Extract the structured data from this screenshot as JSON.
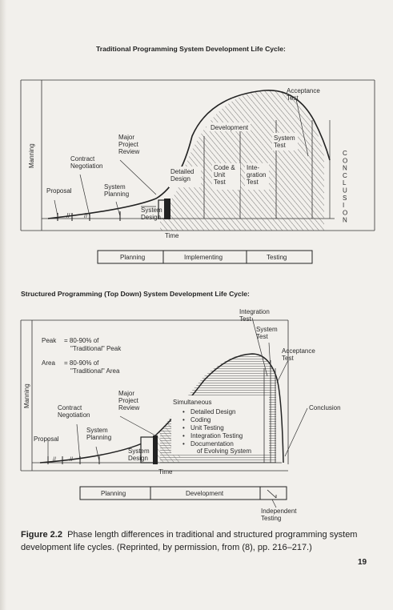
{
  "figure_top": {
    "title": "Traditional Programming System Development Life Cycle:",
    "y_axis_label": "Manning",
    "x_axis_label": "Time",
    "labels": {
      "acceptance_test": "Acceptance\nTest",
      "development": "Development",
      "major_project_review": "Major\nProject\nReview",
      "contract_negotiation": "Contract\nNegotiation",
      "proposal": "Proposal",
      "system_planning": "System\nPlanning",
      "system_design": "System\nDesign",
      "detailed_design": "Detailed\nDesign",
      "code_unit_test": "Code &\nUnit\nTest",
      "integration_test": "Inte-\ngration\nTest",
      "system_test": "System\nTest",
      "conclusion_vertical": "CONCLUSION"
    },
    "phases": [
      "Planning",
      "Implementing",
      "Testing"
    ]
  },
  "figure_bottom": {
    "title": "Structured Programming (Top Down) System Development Life Cycle:",
    "y_axis_label": "Manning",
    "x_axis_label": "Time",
    "labels": {
      "integration_test": "Integration\nTest",
      "system_test": "System\nTest",
      "acceptance_test": "Acceptance\nTest",
      "peak_key": "Peak",
      "peak_value": "= 80-90% of\n\"Traditional\" Peak",
      "area_key": "Area",
      "area_value": "= 80-90% of\n\"Traditional\" Area",
      "major_project_review": "Major\nProject\nReview",
      "contract_negotiation": "Contract\nNegotiation",
      "system_planning": "System\nPlanning",
      "proposal": "Proposal",
      "system_design": "System\nDesign",
      "simultaneous": "Simultaneous",
      "conclusion": "Conclusion",
      "independent_testing": "Independent\nTesting"
    },
    "simultaneous_items": [
      "Detailed Design",
      "Coding",
      "Unit Testing",
      "Integration Testing",
      "Documentation\nof Evolving System"
    ],
    "phases": [
      "Planning",
      "Development",
      ""
    ]
  },
  "caption": {
    "label": "Figure 2.2",
    "text": "Phase length differences in traditional and structured programming system development life cycles. (Reprinted, by permission, from (8), pp. 216–217.)"
  },
  "page_number": "19"
}
